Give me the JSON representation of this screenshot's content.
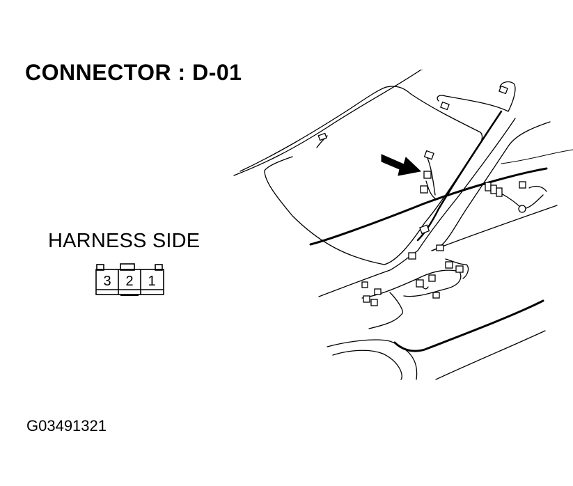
{
  "title": "CONNECTOR : D-01",
  "harness": {
    "label": "HARNESS SIDE",
    "pins": [
      {
        "position": "left",
        "number": "3"
      },
      {
        "position": "middle",
        "number": "2"
      },
      {
        "position": "right",
        "number": "1"
      }
    ]
  },
  "figure_id": "G03491321",
  "drawing": {
    "subject": "vehicle interior front/windshield area wiring harness",
    "indicator": "arrow-pointing-to-connector-d-01"
  },
  "colors": {
    "line": "#000000",
    "background": "#ffffff"
  }
}
